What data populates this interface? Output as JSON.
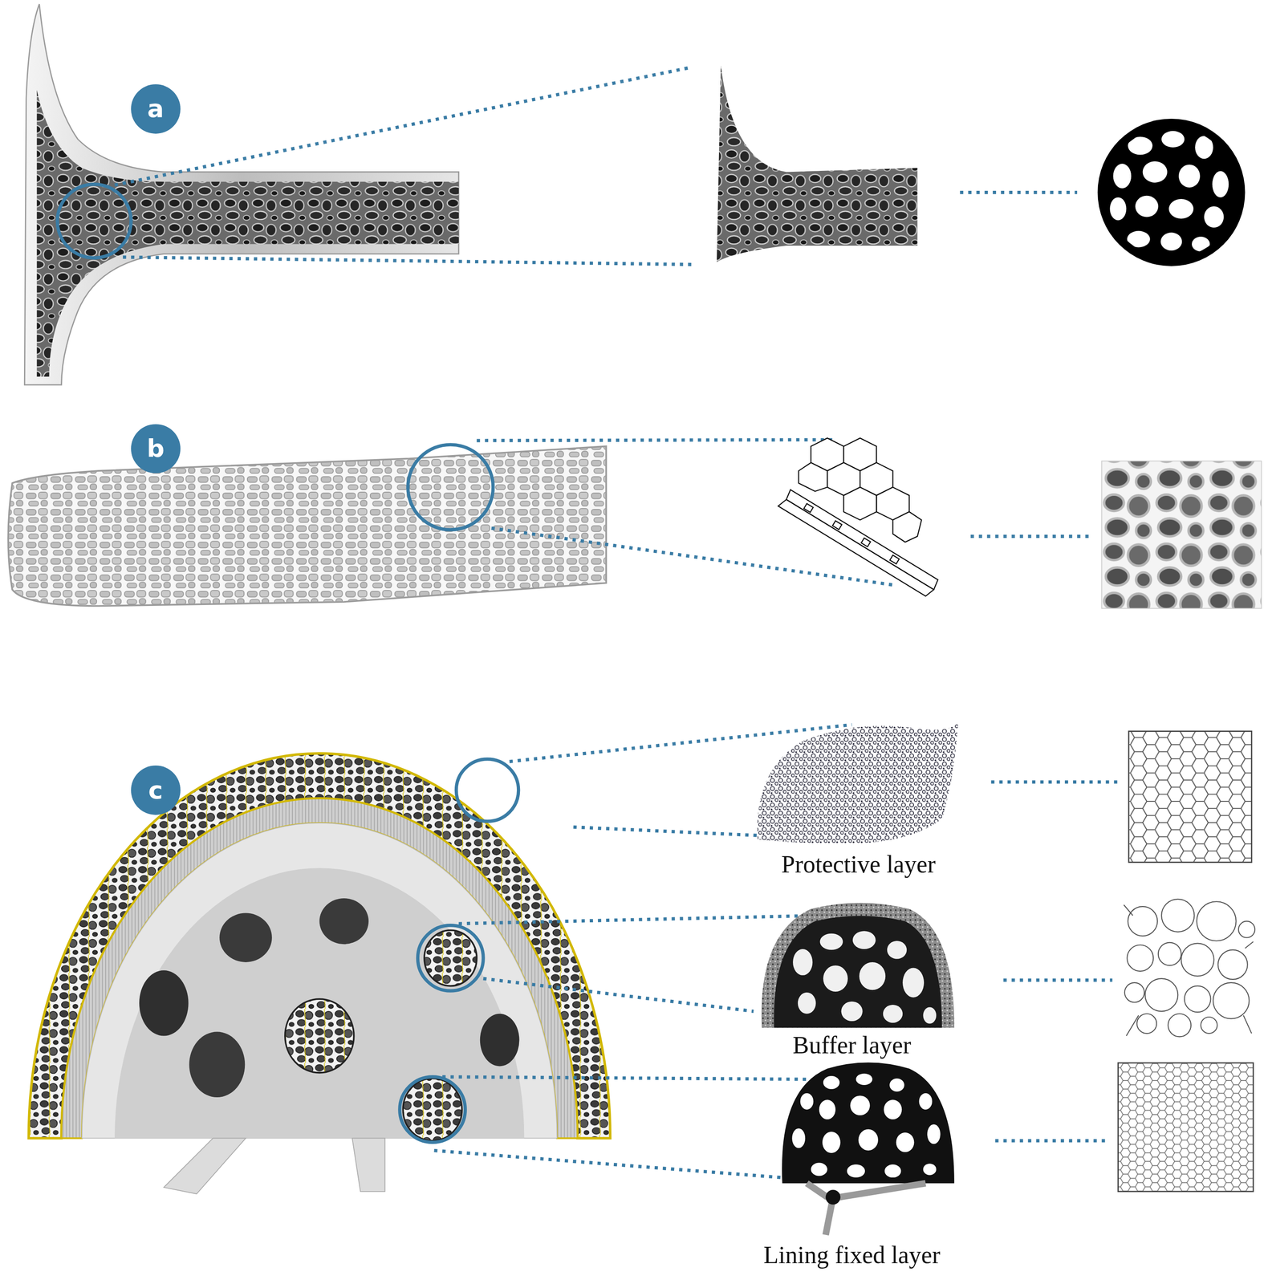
{
  "diagram": {
    "nodes": [
      {
        "text": [
          "a"
        ]
      },
      {
        "text": [
          "b"
        ]
      },
      {
        "text": [
          "c"
        ]
      }
    ],
    "labels": [
      "Protective layer",
      "Buffer layer",
      "Lining fixed layer"
    ]
  }
}
